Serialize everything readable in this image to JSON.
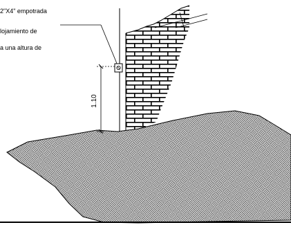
{
  "annotation": {
    "line1": "2\"X4\" empotrada",
    "line2": "lojamiento de",
    "line3": "a una altura de"
  },
  "dimension": {
    "label": "1.10"
  },
  "colors": {
    "ink": "#000000",
    "paper": "#ffffff"
  }
}
